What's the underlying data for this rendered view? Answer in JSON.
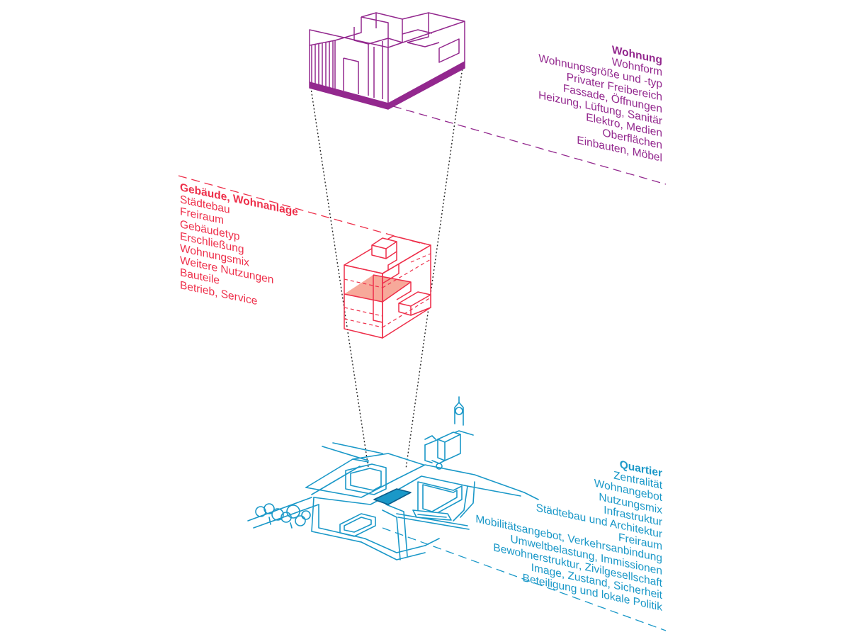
{
  "colors": {
    "wohnung": "#93288e",
    "gebaeude": "#ee2f4a",
    "gebaeude_fill": "#f7a99a",
    "quartier": "#1a98c8",
    "connector": "#222222"
  },
  "wohnung": {
    "title": "Wohnung",
    "items": [
      "Wohnform",
      "Wohnungsgröße und -typ",
      "Privater Freibereich",
      "Fassade, Öffnungen",
      "Heizung, Lüftung, Sanitär",
      "Elektro, Medien",
      "Oberflächen",
      "Einbauten, Möbel"
    ]
  },
  "gebaeude": {
    "title": "Gebäude, Wohnanlage",
    "items": [
      "Städtebau",
      "Freiraum",
      "Gebäudetyp",
      "Erschließung",
      "Wohnungsmix",
      "Weitere Nutzungen",
      "Bauteile",
      "Betrieb, Service"
    ]
  },
  "quartier": {
    "title": "Quartier",
    "items": [
      "Zentralität",
      "Wohnangebot",
      "Nutzungsmix",
      "Infrastruktur",
      "Städtebau und Architektur",
      "Freiraum",
      "Mobilitätsangebot, Verkehrsanbindung",
      "Umweltbelastung, Immissionen",
      "Bewohnerstruktur, Zivilgesellschaft",
      "Image, Zustand, Sicherheit",
      "Beteiligung und lokale Politik"
    ]
  }
}
